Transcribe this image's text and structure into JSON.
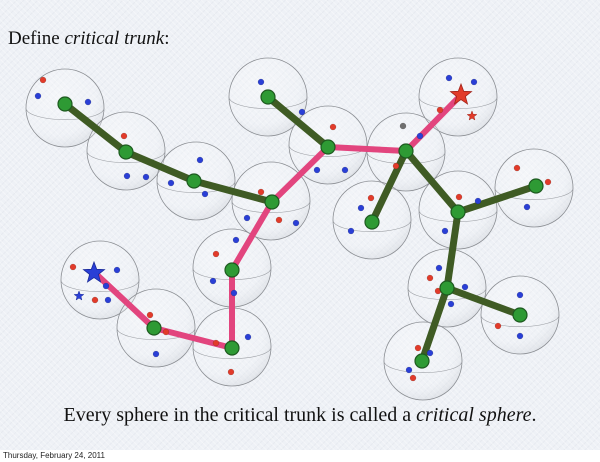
{
  "slide": {
    "title_prefix": "Define ",
    "title_term": "critical trunk",
    "title_suffix": ":",
    "caption_prefix": "Every sphere in the critical trunk is called a ",
    "caption_term": "critical sphere",
    "caption_suffix": "."
  },
  "footer": {
    "timestamp": "Thursday, February 24, 2011"
  },
  "colors": {
    "background": "#eef1f6",
    "trunk": "#e2457e",
    "branch": "#3f5b24",
    "node": "#2e9a34",
    "point_red": "#e23b2a",
    "point_blue": "#2a3fd6",
    "point_gray": "#707070"
  }
}
